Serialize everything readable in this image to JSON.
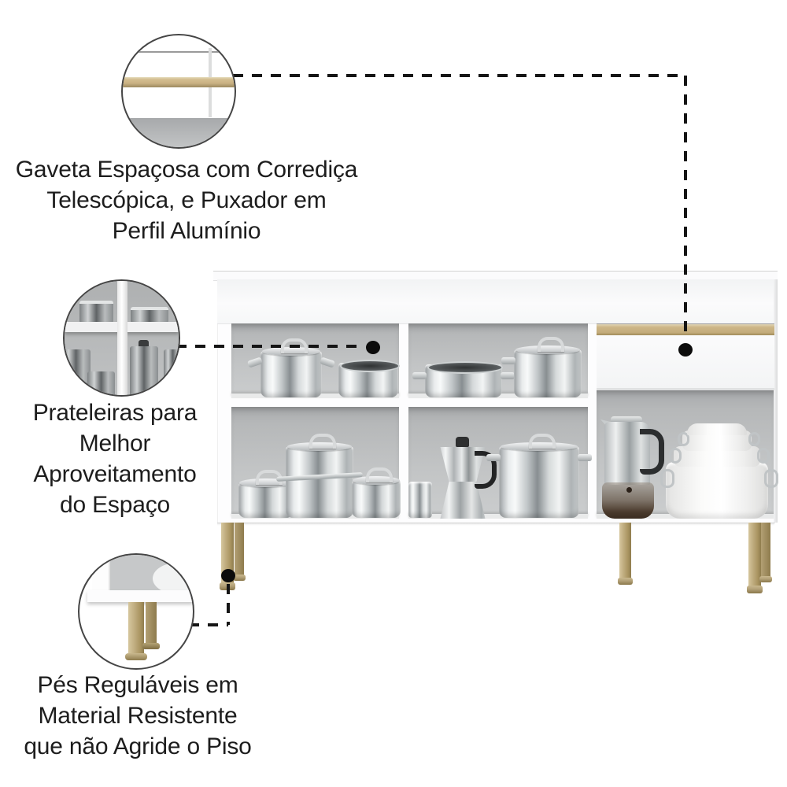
{
  "meta": {
    "language": "pt-BR",
    "image_type": "product-feature-callout-diagram"
  },
  "annotations": {
    "drawer": {
      "text": "Gaveta Espaçosa com Corrediça Telescópica, e Puxador em Perfil Alumínio",
      "lines": [
        "Gaveta Espaçosa com Corrediça",
        "Telescópica, e Puxador em",
        "Perfil Alumínio"
      ]
    },
    "shelves": {
      "text": "Prateleiras para Melhor Aproveitamento do Espaço",
      "lines": [
        "Prateleiras para",
        "Melhor",
        "Aproveitamento",
        "do Espaço"
      ]
    },
    "feet": {
      "text": "Pés Reguláveis em Material Resistente que não Agride o Piso",
      "lines": [
        "Pés Reguláveis em",
        "Material Resistente",
        "que não Agride o Piso"
      ]
    }
  },
  "colors": {
    "background": "#ffffff",
    "accent_gold_handle": "#c9b183",
    "leg_bronze": "#b3a074",
    "interior_gray": "#c0c2c3",
    "callout_line": "#151515",
    "text": "#1d1d1d"
  },
  "scene": {
    "items": [
      "white-kitchen-cabinet",
      "aluminum-profile-drawer-handle",
      "full-width-top-drawer",
      "open-shelf-compartments",
      "stainless-stockpot",
      "stainless-casserole",
      "moka-espresso-pot",
      "glass-coffee-maker",
      "white-nested-pot-stack",
      "adjustable-bronze-feet"
    ]
  }
}
